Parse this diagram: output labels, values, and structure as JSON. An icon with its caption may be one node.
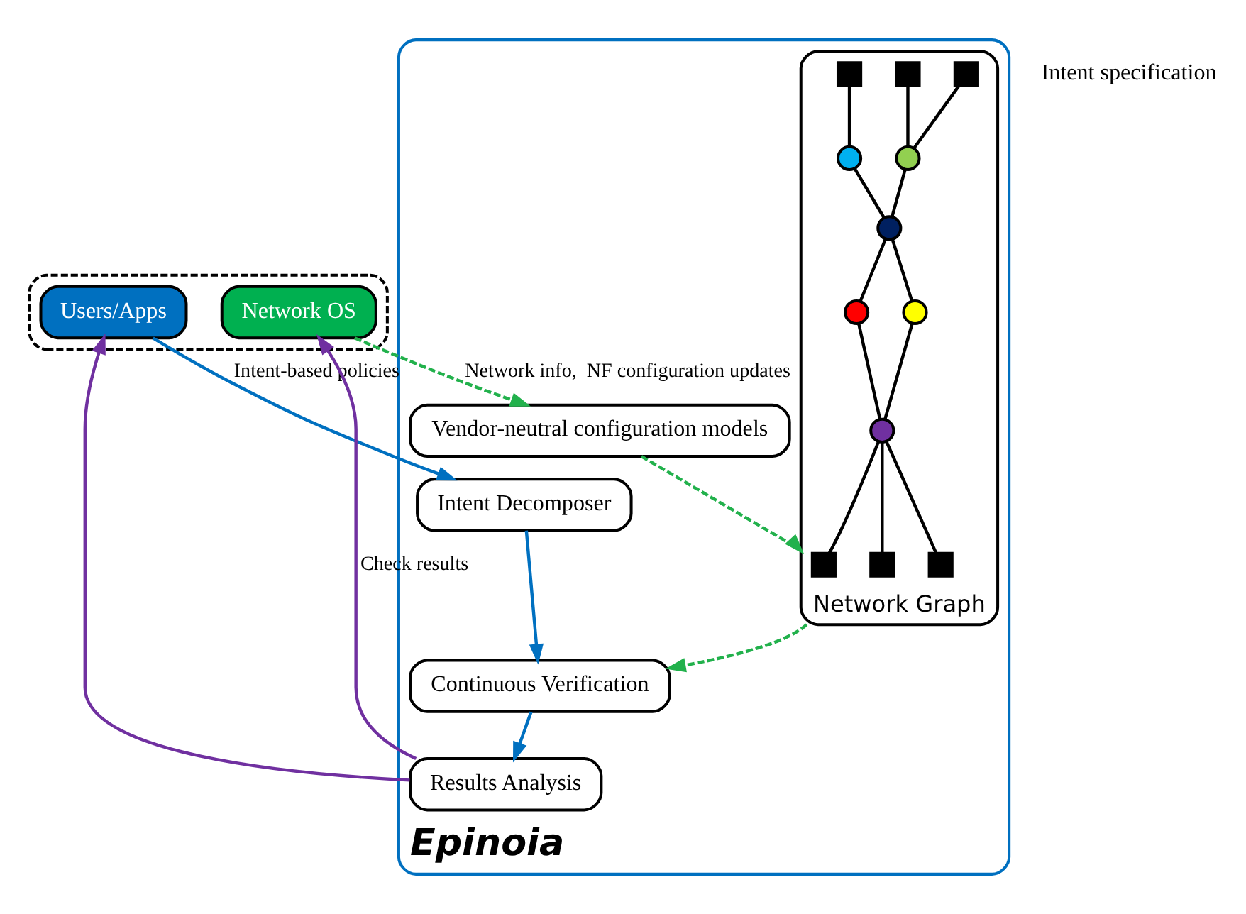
{
  "diagram": {
    "nodes": [
      {
        "text": [],
        "shape": "box"
      },
      {
        "text": [
          "Network OS"
        ],
        "in": 0
      },
      {
        "text": [
          "Users/Apps"
        ],
        "in": 0
      },
      {
        "text": [
          "Epinoia"
        ]
      },
      {
        "text": [
          "Vendor-neutral configuration models"
        ],
        "in": 3
      },
      {
        "text": [
          "Network Graph"
        ],
        "in": 3
      },
      {
        "text": [],
        "shape": "box",
        "in": 5
      },
      {
        "text": [],
        "shape": "box",
        "in": 5
      },
      {
        "text": [],
        "shape": "box",
        "in": 5
      },
      {
        "text": [],
        "shape": "circle",
        "in": 5
      },
      {
        "text": [],
        "shape": "circle",
        "in": 5
      },
      {
        "text": [],
        "shape": "circle",
        "in": 5
      },
      {
        "text": [],
        "shape": "circle",
        "in": 5
      },
      {
        "text": [],
        "shape": "circle",
        "in": 5
      },
      {
        "text": [],
        "shape": "circle",
        "in": 5
      },
      {
        "text": [],
        "shape": "box",
        "in": 5
      },
      {
        "text": [],
        "shape": "box",
        "in": 5
      },
      {
        "text": [],
        "shape": "box",
        "in": 5
      },
      {
        "text": [
          "Intent Decomposer"
        ],
        "in": 3
      },
      {
        "text": [
          "Continuous Verification"
        ],
        "in": 3
      },
      {
        "text": [
          "Results Analysis"
        ],
        "in": 3
      }
    ],
    "edges": [
      {
        "from": 1,
        "to": 4,
        "arrow": "to",
        "label": "Network info,  NF configuration updates",
        "style": "dashed",
        "color": "#22b14c"
      },
      {
        "from": 4,
        "to": 5,
        "arrow": "to",
        "style": "dashed",
        "color": "#22b14c"
      },
      {
        "from": 5,
        "to": 19,
        "arrow": "to",
        "style": "dashed",
        "color": "#22b14c"
      },
      {
        "from": 2,
        "to": 18,
        "arrow": "to",
        "label": "Intent-based policies",
        "color": "#0070c0"
      },
      {
        "from": 18,
        "to": 19,
        "arrow": "to",
        "color": "#0070c0"
      },
      {
        "from": 19,
        "to": 20,
        "arrow": "to",
        "color": "#0070c0"
      },
      {
        "from": 20,
        "to": 1,
        "arrow": "to",
        "label": "Check results",
        "color": "#7030a0"
      },
      {
        "from": 20,
        "to": 2,
        "arrow": "to",
        "color": "#7030a0"
      },
      {
        "from": 6,
        "to": 9,
        "arrow": "none"
      },
      {
        "from": 7,
        "to": 9,
        "arrow": "none"
      },
      {
        "from": 8,
        "to": 10,
        "arrow": "none"
      },
      {
        "from": 9,
        "to": 11,
        "arrow": "none"
      },
      {
        "from": 10,
        "to": 11,
        "arrow": "none"
      },
      {
        "from": 11,
        "to": 12,
        "arrow": "none"
      },
      {
        "from": 11,
        "to": 13,
        "arrow": "none"
      },
      {
        "from": 12,
        "to": 14,
        "arrow": "none"
      },
      {
        "from": 13,
        "to": 14,
        "arrow": "none"
      },
      {
        "from": 14,
        "to": 15,
        "arrow": "none"
      },
      {
        "from": 14,
        "to": 16,
        "arrow": "none"
      },
      {
        "from": 14,
        "to": 17,
        "arrow": "none"
      }
    ],
    "labels": [
      "Intent specification"
    ]
  }
}
